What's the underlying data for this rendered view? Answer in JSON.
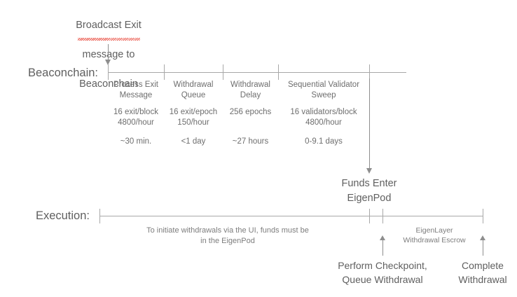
{
  "diagram": {
    "title_annotation": {
      "line1": "Broadcast Exit",
      "line2": "message to",
      "line3": "Beaconchain"
    },
    "rows": [
      {
        "key": "beaconchain",
        "label": "Beaconchain:"
      },
      {
        "key": "execution",
        "label": "Execution:"
      }
    ],
    "beaconchain_segments": [
      {
        "title": "Process Exit\nMessage",
        "rate": "16 exit/block\n4800/hour",
        "duration": "~30 min."
      },
      {
        "title": "Withdrawal\nQueue",
        "rate": "16 exit/epoch\n150/hour",
        "duration": "<1 day"
      },
      {
        "title": "Withdrawal\nDelay",
        "rate": "256 epochs",
        "duration": "~27 hours"
      },
      {
        "title": "Sequential Validator\nSweep",
        "rate": "16 validators/block\n4800/hour",
        "duration": "0-9.1 days"
      }
    ],
    "funds_enter": "Funds Enter\nEigenPod",
    "execution_note": "To initiate withdrawals via the UI, funds must be\nin the EigenPod",
    "escrow_label": "EigenLayer\nWithdrawal Escrow",
    "events": [
      {
        "key": "checkpoint",
        "label": "Perform Checkpoint,\nQueue Withdrawal"
      },
      {
        "key": "complete",
        "label": "Complete\nWithdrawal"
      }
    ],
    "colors": {
      "text": "#6e6e6e",
      "line": "#a8a8a8",
      "arrow": "#8e8e8e",
      "spellcheck": "#e8483c",
      "background": "#ffffff"
    }
  }
}
